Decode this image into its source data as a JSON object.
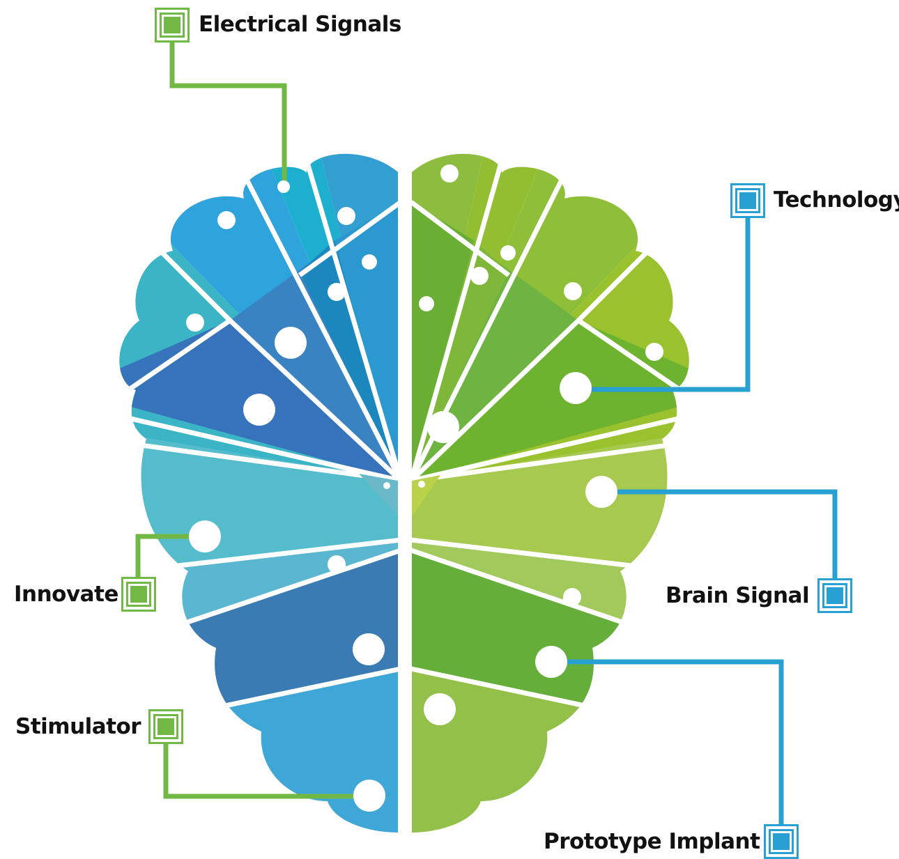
{
  "colors": {
    "green_accent": "#72b844",
    "blue_accent": "#29a0d2",
    "text": "#111111"
  },
  "labels": {
    "electrical_signals": "Electrical Signals",
    "technology": "Technology",
    "innovate": "Innovate",
    "brain_signal": "Brain Signal",
    "stimulator": "Stimulator",
    "prototype_implant": "Prototype Implant"
  },
  "icons": {
    "connector": "square-terminal-icon",
    "node": "circle-node-icon"
  }
}
